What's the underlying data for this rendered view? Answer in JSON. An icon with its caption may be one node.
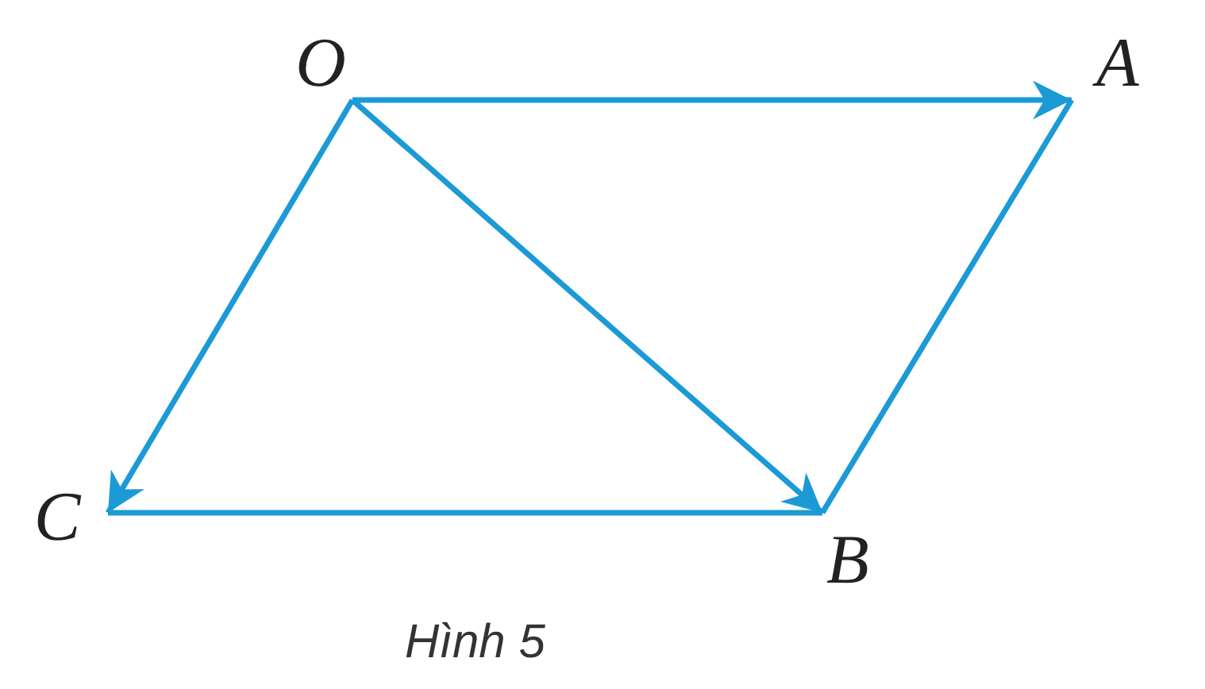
{
  "diagram": {
    "caption": "Hình 5",
    "nodes": [
      {
        "text": [
          "O"
        ]
      },
      {
        "text": [
          "A"
        ]
      },
      {
        "text": [
          "B"
        ]
      },
      {
        "text": [
          "C"
        ]
      }
    ],
    "edges": [
      {
        "from": 0,
        "to": 1,
        "arrow": "to"
      },
      {
        "from": 0,
        "to": 2,
        "arrow": "to"
      },
      {
        "from": 0,
        "to": 3,
        "arrow": "to"
      },
      {
        "from": 1,
        "to": 2,
        "arrow": "none"
      },
      {
        "from": 3,
        "to": 2,
        "arrow": "none"
      }
    ]
  }
}
